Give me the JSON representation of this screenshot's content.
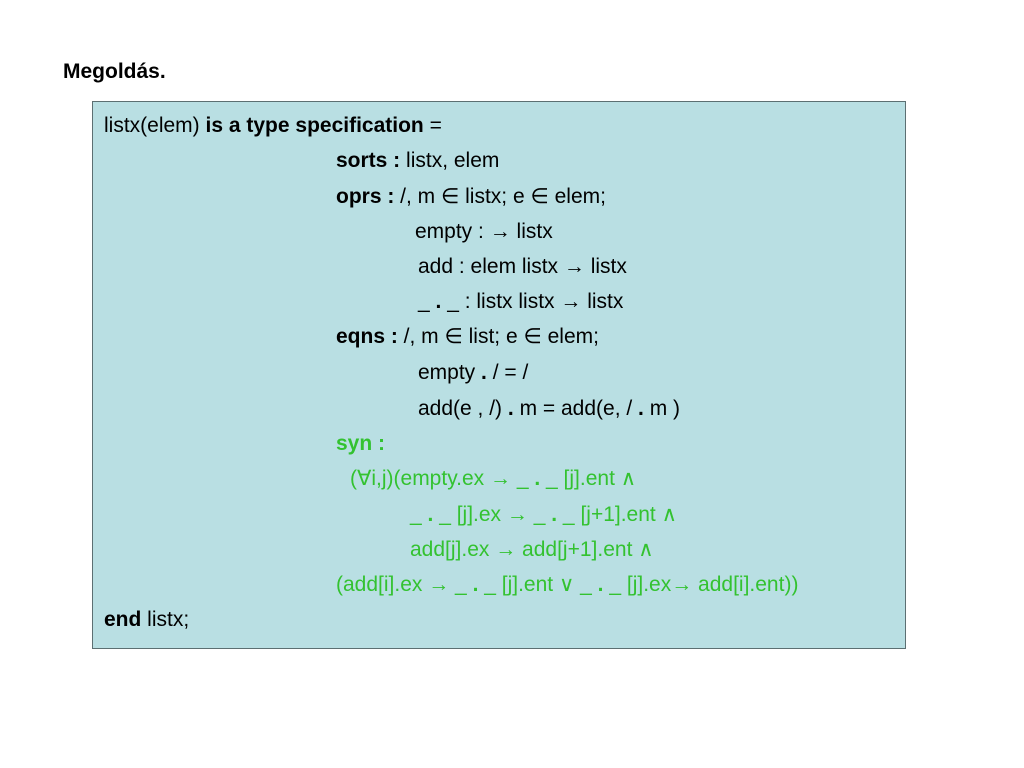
{
  "heading": "Megoldás.",
  "spec": {
    "line1": {
      "name": "listx(elem) ",
      "kw": "is a type specification",
      "tail": " ="
    },
    "sorts": {
      "kw": "sorts :",
      "text": " listx, elem"
    },
    "oprs": {
      "kw": "oprs :",
      "text": " /, m ∈ listx; e ∈ elem;"
    },
    "op_empty": "empty : → listx",
    "op_add": "add : elem listx → listx",
    "op_concat": {
      "a": "_ ",
      "dot": ".",
      "b": " _ : listx listx → listx"
    },
    "eqns": {
      "kw": "eqns :",
      "text": " /, m ∈ list; e ∈ elem;"
    },
    "eq1": {
      "a": "empty ",
      "dot": ".",
      "b": " / = /"
    },
    "eq2": {
      "a": "add(e , /) ",
      "dot": ".",
      "b": " m = add(e, / ",
      "dot2": ".",
      "c": " m )"
    },
    "syn": {
      "kw": "syn :"
    },
    "syn1": {
      "a": "(∀i,j)(empty.ex → _ ",
      "dot": ".",
      "b": " _ [j].ent ∧"
    },
    "syn2": {
      "a": "_ ",
      "dot": ".",
      "b": " _ [j].ex → _ ",
      "dot2": ".",
      "c": " _ [j+1].ent ∧"
    },
    "syn3": "add[j].ex → add[j+1].ent ∧",
    "syn4": {
      "a": "(add[i].ex → _ ",
      "dot": ".",
      "b": " _ [j].ent ∨ _ ",
      "dot2": ".",
      "c": " _ [j].ex→ add[i].ent))"
    },
    "end": {
      "kw": "end",
      "text": " listx;"
    }
  },
  "colors": {
    "box_background": "#b9dfe3",
    "box_border": "#5c6f72",
    "syn_green": "#33c230"
  }
}
